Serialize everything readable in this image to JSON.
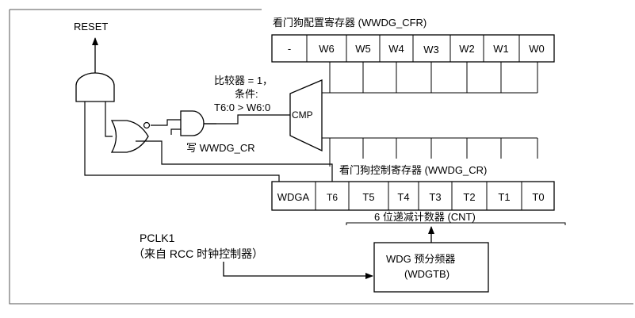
{
  "reset_label": "RESET",
  "cfr": {
    "title": "看门狗配置寄存器 (WWDG_CFR)",
    "cells": [
      "-",
      "W6",
      "W5",
      "W4",
      "W3",
      "W2",
      "W1",
      "W0"
    ]
  },
  "comparator": {
    "label": "CMP",
    "note_line1": "比较器 = 1，",
    "note_line2": "条件:",
    "note_line3": "T6:0 > W6:0"
  },
  "write_label": "写 WWDG_CR",
  "cr": {
    "title": "看门狗控制寄存器 (WWDG_CR)",
    "cells": [
      "WDGA",
      "T6",
      "T5",
      "T4",
      "T3",
      "T2",
      "T1",
      "T0"
    ]
  },
  "counter_label": "6 位递减计数器 (CNT)",
  "clock": {
    "line1": "PCLK1",
    "line2": "（来自 RCC 时钟控制器）"
  },
  "prescaler": {
    "line1": "WDG 预分频器",
    "line2": "(WDGTB)"
  },
  "colors": {
    "stroke": "#000000",
    "background": "#ffffff"
  }
}
